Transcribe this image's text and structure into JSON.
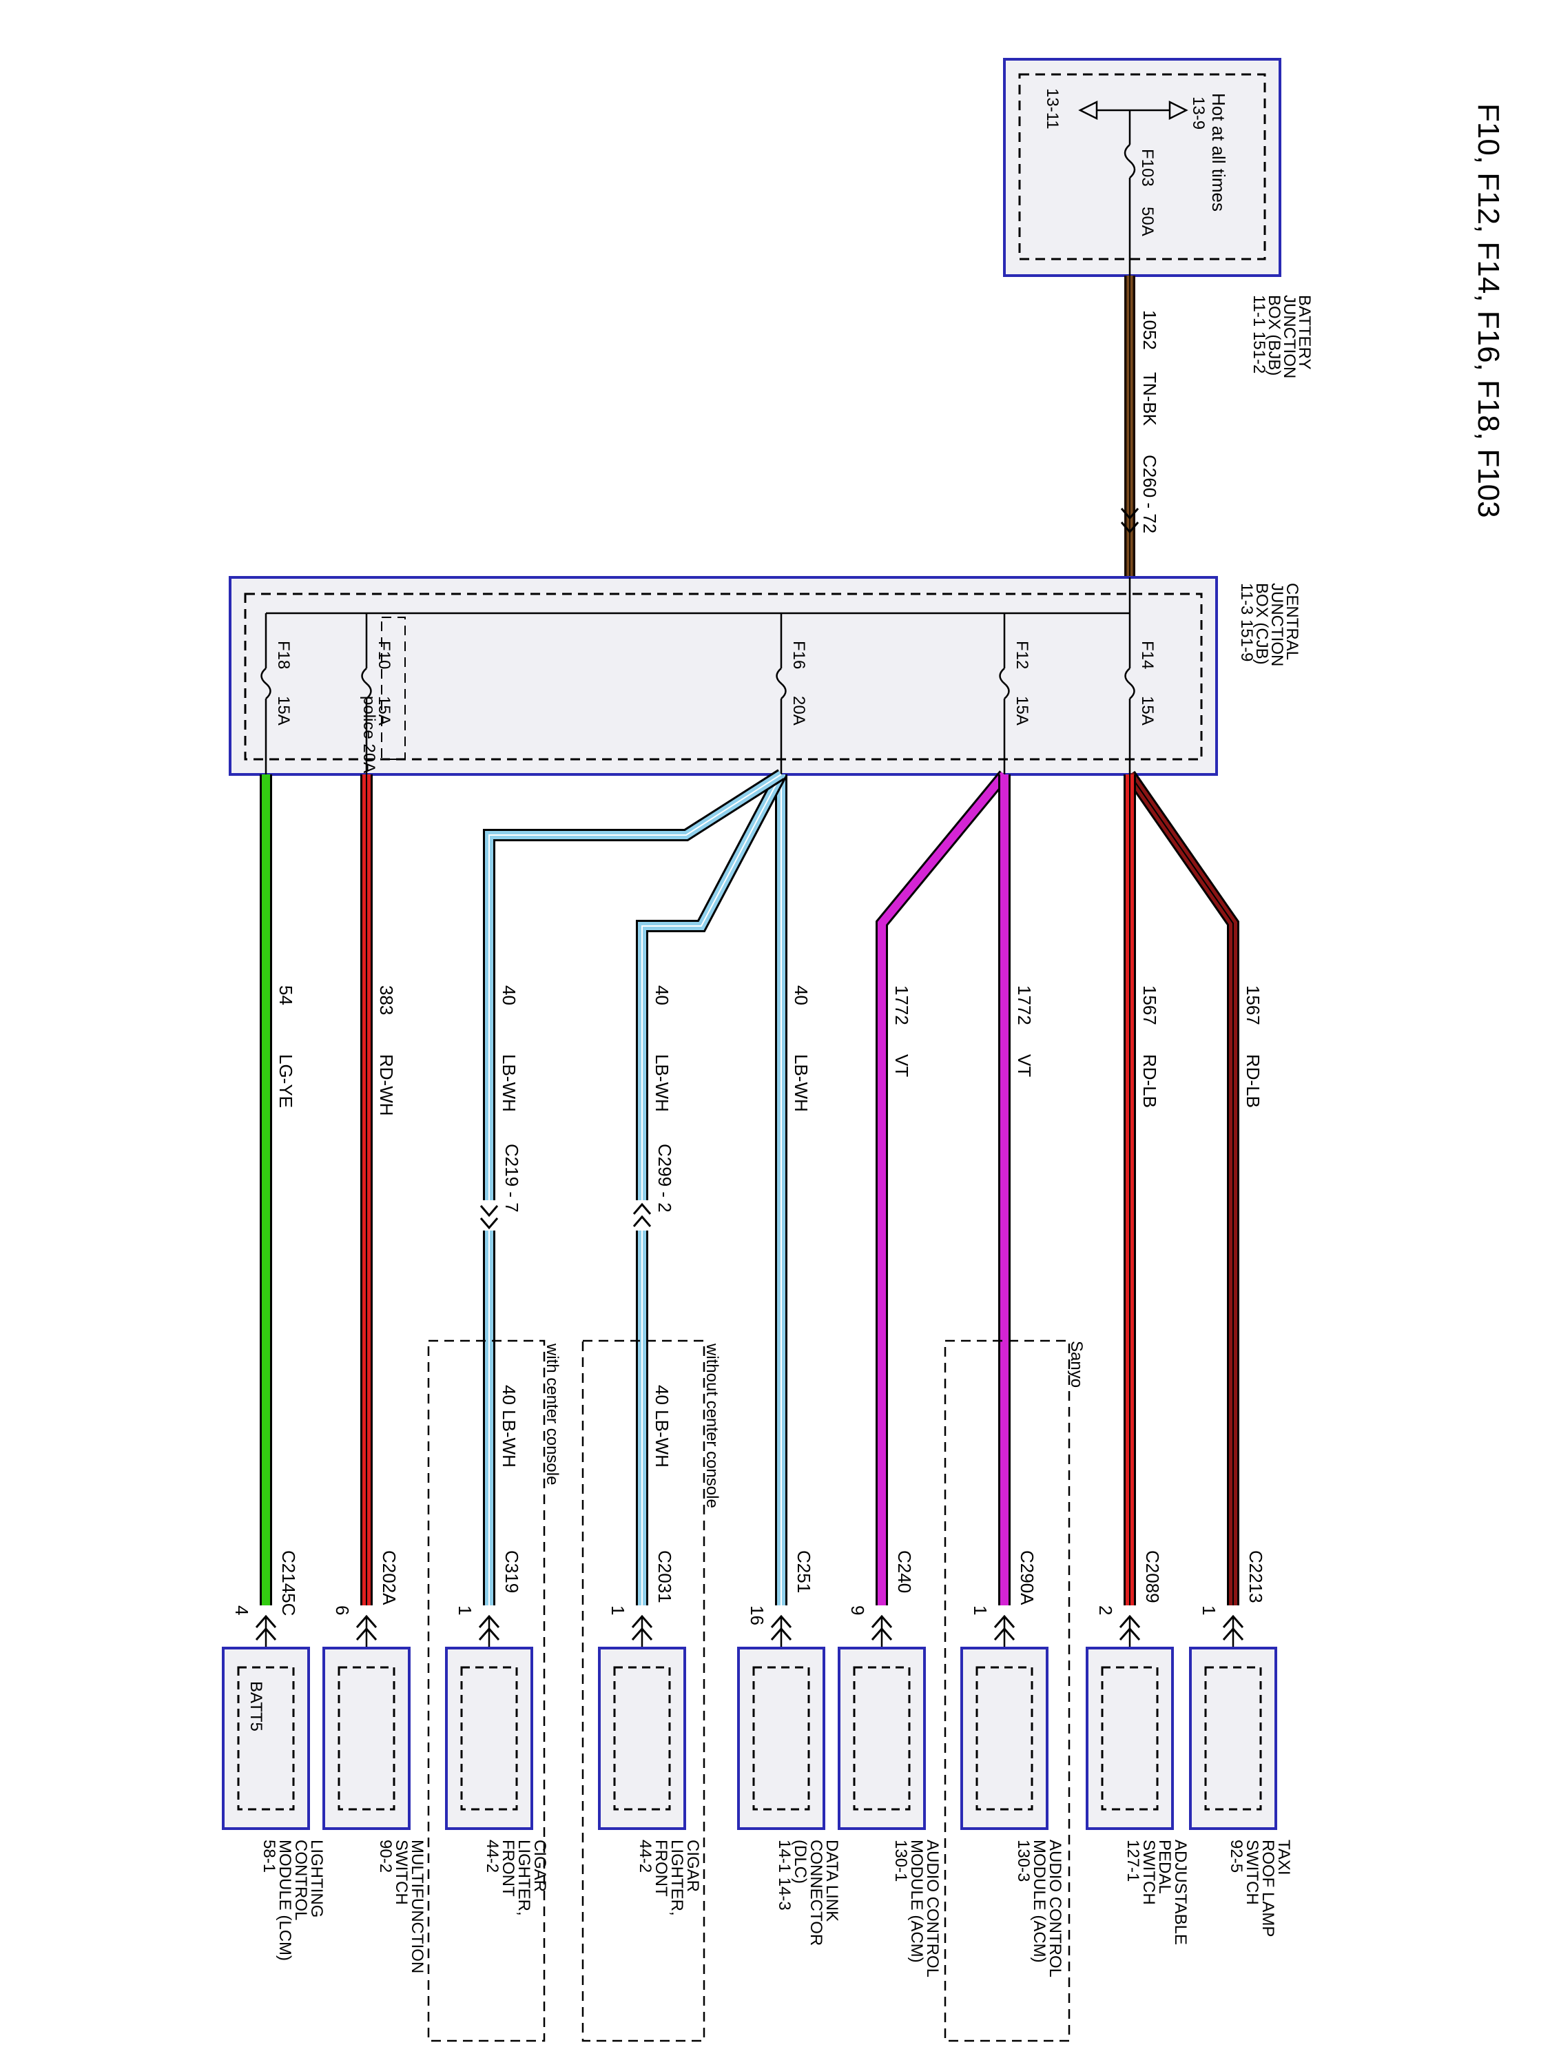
{
  "title": "F10, F12, F14, F16, F18, F103",
  "colors": {
    "box_border": "#2a2ab4",
    "box_fill": "#f0f0f4",
    "TN-BK": "#7a4a1e",
    "RD-LB": "#e02020",
    "RD-LB-dark": "#8a1414",
    "VT": "#d424d4",
    "LB-WH": "#8fd0ec",
    "RD-WH": "#e02020",
    "LG-YE": "#33cc11"
  },
  "bjb": {
    "hot_label": "Hot at all times",
    "ground_13_9": "13-9",
    "ground_13_11": "13-11",
    "fuse_id": "F103",
    "fuse_rating": "50A",
    "name_line1": "BATTERY",
    "name_line2": "JUNCTION",
    "name_line3": "BOX (BJB)",
    "refs": "11-1   151-2"
  },
  "feed": {
    "circuit": "1052",
    "color": "TN-BK",
    "connector": "C260 - 72"
  },
  "cjb": {
    "name_line1": "CENTRAL",
    "name_line2": "JUNCTION",
    "name_line3": "BOX (CJB)",
    "refs": "11-3   151-9",
    "fuses": [
      {
        "id": "F14",
        "rating": "15A"
      },
      {
        "id": "F12",
        "rating": "15A"
      },
      {
        "id": "F16",
        "rating": "20A"
      },
      {
        "id": "F10",
        "rating": "15A",
        "alt": "police 20A"
      },
      {
        "id": "F18",
        "rating": "15A"
      }
    ]
  },
  "wires": [
    {
      "circuit": "1567",
      "color": "RD-LB"
    },
    {
      "circuit": "1567",
      "color": "RD-LB"
    },
    {
      "circuit": "1772",
      "color": "VT"
    },
    {
      "circuit": "1772",
      "color": "VT"
    },
    {
      "circuit": "40",
      "color": "LB-WH"
    },
    {
      "circuit": "40",
      "color": "LB-WH",
      "inline_connector": "C299 - 2"
    },
    {
      "circuit": "40",
      "color": "LB-WH",
      "inline_connector": "C219 - 7"
    },
    {
      "circuit": "383",
      "color": "RD-WH"
    },
    {
      "circuit": "54",
      "color": "LG-YE"
    }
  ],
  "lower_labels": {
    "w6": "40   LB-WH",
    "w7": "40   LB-WH"
  },
  "option_groups": {
    "sanyo": "Sanyo",
    "without_console": "without center console",
    "with_console": "with center console"
  },
  "components": [
    {
      "connector": "C2213",
      "pin": "1",
      "name_lines": [
        "TAXI",
        "ROOF LAMP",
        "SWITCH",
        "92-5"
      ]
    },
    {
      "connector": "C2089",
      "pin": "2",
      "name_lines": [
        "ADJUSTABLE",
        "PEDAL",
        "SWITCH",
        "127-1"
      ]
    },
    {
      "connector": "C290A",
      "pin": "1",
      "name_lines": [
        "AUDIO CONTROL",
        "MODULE (ACM)",
        "130-3"
      ]
    },
    {
      "connector": "C240",
      "pin": "9",
      "name_lines": [
        "AUDIO CONTROL",
        "MODULE (ACM)",
        "130-1"
      ]
    },
    {
      "connector": "C251",
      "pin": "16",
      "name_lines": [
        "DATA LINK",
        "CONNECTOR",
        "(DLC)",
        "14-1      14-3"
      ]
    },
    {
      "connector": "C2031",
      "pin": "1",
      "name_lines": [
        "CIGAR",
        "LIGHTER,",
        "FRONT",
        "44-2"
      ]
    },
    {
      "connector": "C319",
      "pin": "1",
      "name_lines": [
        "CIGAR",
        "LIGHTER,",
        "FRONT",
        "44-2"
      ]
    },
    {
      "connector": "C202A",
      "pin": "6",
      "name_lines": [
        "MULTIFUNCTION",
        "SWITCH",
        "90-2"
      ]
    },
    {
      "connector": "C2145C",
      "pin": "4",
      "name_lines": [
        "LIGHTING",
        "CONTROL",
        "MODULE (LCM)",
        "58-1"
      ],
      "inner": "BATT5"
    }
  ]
}
